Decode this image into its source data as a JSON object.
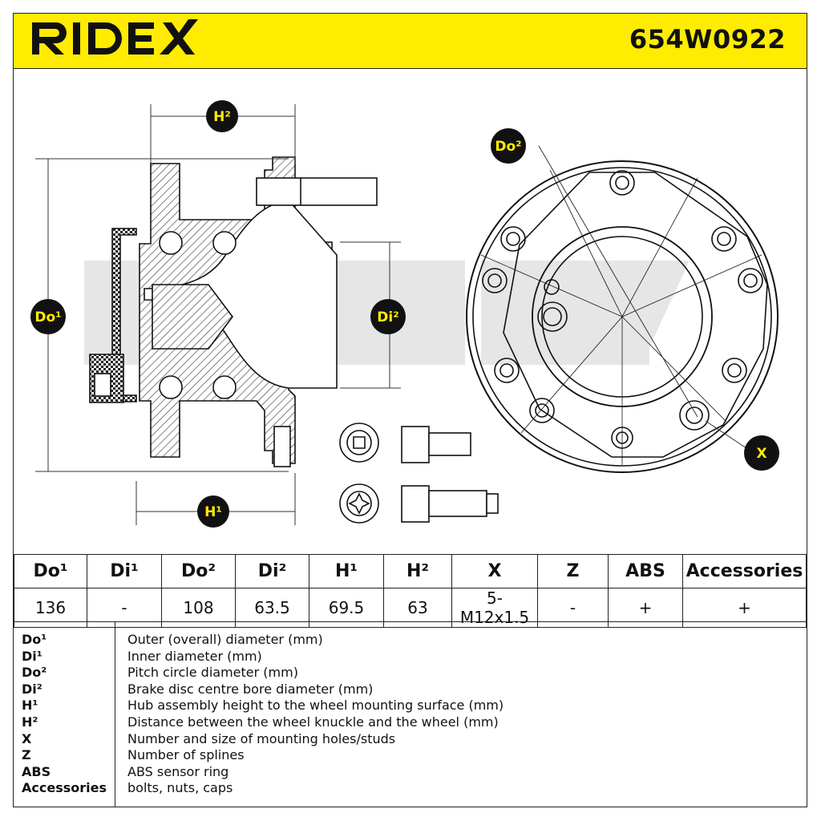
{
  "header": {
    "brand": "RIDEX",
    "part_number": "654W0922",
    "background": "#ffec00"
  },
  "drawing": {
    "labels": {
      "h2": "H²",
      "h1": "H¹",
      "do1": "Do¹",
      "di2": "Di²",
      "do2": "Do²",
      "x": "X"
    },
    "watermark": "RIDEX"
  },
  "table": {
    "headers": [
      "Do¹",
      "Di¹",
      "Do²",
      "Di²",
      "H¹",
      "H²",
      "X",
      "Z",
      "ABS",
      "Accessories"
    ],
    "values": [
      "136",
      "-",
      "108",
      "63.5",
      "69.5",
      "63",
      "5-M12x1.5",
      "-",
      "+",
      "+"
    ]
  },
  "legend": [
    {
      "key": "Do¹",
      "desc": "Outer (overall) diameter (mm)"
    },
    {
      "key": "Di¹",
      "desc": "Inner diameter (mm)"
    },
    {
      "key": "Do²",
      "desc": "Pitch circle diameter (mm)"
    },
    {
      "key": "Di²",
      "desc": "Brake disc centre bore diameter (mm)"
    },
    {
      "key": "H¹",
      "desc": "Hub assembly height to the wheel mounting surface (mm)"
    },
    {
      "key": "H²",
      "desc": "Distance between the wheel knuckle and the wheel (mm)"
    },
    {
      "key": "X",
      "desc": "Number and size of mounting holes/studs"
    },
    {
      "key": "Z",
      "desc": "Number of splines"
    },
    {
      "key": "ABS",
      "desc": "ABS sensor ring"
    },
    {
      "key": "Accessories",
      "desc": "bolts, nuts, caps"
    }
  ]
}
